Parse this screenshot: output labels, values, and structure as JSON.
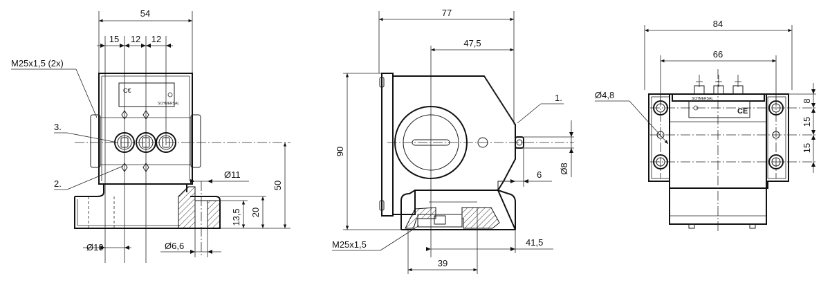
{
  "front_view": {
    "dim_overall_width": "54",
    "dim_seg_1": "15",
    "dim_seg_2": "12",
    "dim_seg_3": "12",
    "thread_label": "M25x1,5 (2x)",
    "callout_3": "3.",
    "callout_2": "2.",
    "dim_bore_11": "Ø11",
    "dim_height_50": "50",
    "dim_height_20": "20",
    "dim_height_13_5": "13,5",
    "dim_bore_10": "Ø10",
    "dim_bore_6_6": "Ø6,6",
    "brand_text": "SCHMERSAL"
  },
  "side_view": {
    "dim_overall_width": "77",
    "dim_47_5": "47,5",
    "dim_height_90": "90",
    "callout_1": "1.",
    "dim_6": "6",
    "dim_bore_8": "Ø8",
    "thread_label": "M25x1,5",
    "dim_41_5": "41,5",
    "dim_39": "39"
  },
  "top_view": {
    "dim_overall_width": "84",
    "dim_66": "66",
    "dim_bore_4_8": "Ø4,8",
    "dim_8": "8",
    "dim_15_a": "15",
    "dim_15_b": "15",
    "ce_mark": "CE",
    "brand_text": "SCHMERSAL"
  }
}
